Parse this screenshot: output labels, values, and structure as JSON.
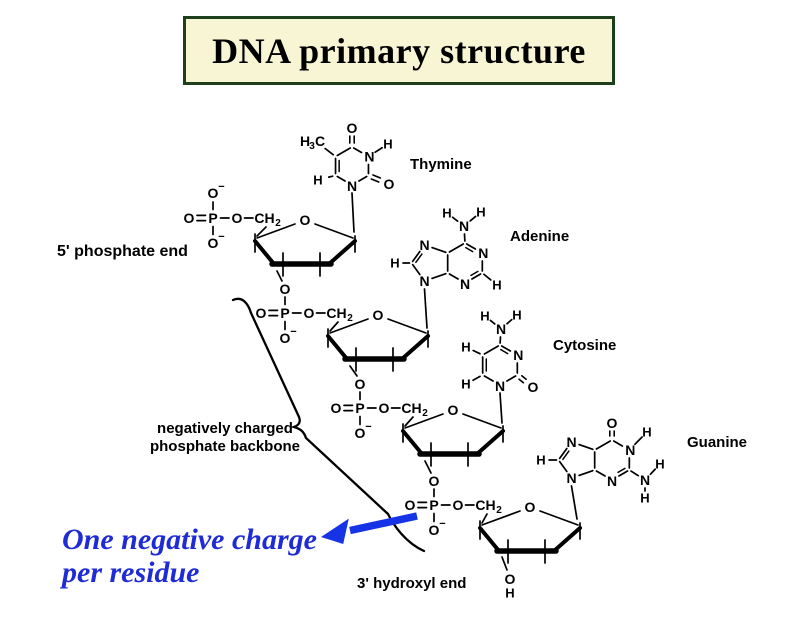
{
  "title": "DNA primary structure",
  "colors": {
    "background": "#ffffff",
    "ink": "#000000",
    "title_bg": "#f8f5d4",
    "title_border": "#1c401c",
    "note_blue": "#1f2bd4",
    "arrow_blue": "#1633e6"
  },
  "labels": {
    "five_prime_end": "5' phosphate end",
    "three_prime_end": "3' hydroxyl end",
    "backbone_line1": "negatively charged",
    "backbone_line2": "phosphate backbone",
    "note_line1": "One negative charge",
    "note_line2": "per residue"
  },
  "bases": [
    {
      "name": "Thymine"
    },
    {
      "name": "Adenine"
    },
    {
      "name": "Cytosine"
    },
    {
      "name": "Guanine"
    }
  ],
  "atoms": {
    "P": "P",
    "O": "O",
    "N": "N",
    "H": "H",
    "minus": "−",
    "CH2": {
      "main": "CH",
      "sub": "2"
    },
    "H3C": {
      "h": "H",
      "sub": "3",
      "c": "C"
    },
    "hydroxyl": {
      "o": "O",
      "h": "H"
    }
  }
}
